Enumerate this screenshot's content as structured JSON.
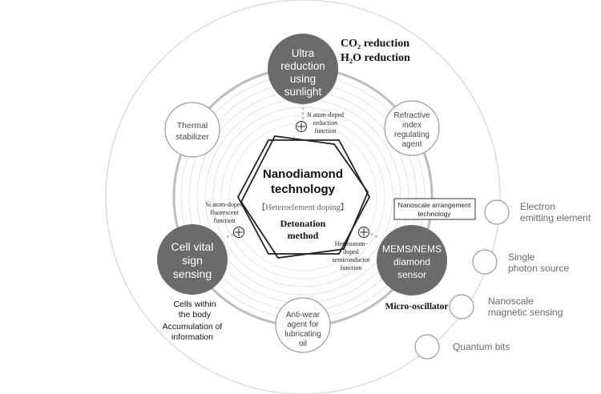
{
  "colors": {
    "dark_node": "#6b6b6b",
    "ring": "#c9c9c9",
    "ring_light": "#dedede",
    "text_dark": "#111111",
    "text_grey": "#6a6a6a",
    "background": "#ffffff"
  },
  "center": {
    "title_line1": "Nanodiamond",
    "title_line2": "technology",
    "subtitle": "【Heteroelement doping】",
    "method_line1": "Detonation",
    "method_line2": "method"
  },
  "major_nodes": {
    "top": {
      "line1": "Ultra",
      "line2": "reduction",
      "line3": "using",
      "line4": "sunlight"
    },
    "left": {
      "line1": "Cell vital",
      "line2": "sign",
      "line3": "sensing"
    },
    "right": {
      "line1": "MEMS/NEMS",
      "line2": "diamond",
      "line3": "sensor"
    }
  },
  "minor_nodes": {
    "thermal": {
      "line1": "Thermal",
      "line2": "stabilizer"
    },
    "refractive": {
      "line1": "Refractive",
      "line2": "index",
      "line3": "regulating",
      "line4": "agent"
    },
    "antiwear": {
      "line1": "Anti-wear",
      "line2": "agent for",
      "line3": "lubricating",
      "line4": "oil"
    }
  },
  "doping_functions": {
    "n_atom": {
      "line1": "N atom-doped",
      "line2": "reduction",
      "line3": "function"
    },
    "si_atom": {
      "line1": "Si atom-doped",
      "line2": "fluorescent",
      "line3": "function"
    },
    "hetero": {
      "line1": "Heteroatom-",
      "line2": "doped",
      "line3": "semiconductor",
      "line4": "function"
    }
  },
  "annotations": {
    "co2": "CO₂ reduction",
    "h2o": "H₂O reduction",
    "nanoscale_box_line1": "Nanoscale arrangement",
    "nanoscale_box_line2": "technology",
    "cells_line1": "Cells within",
    "cells_line2": "the body",
    "accum_line1": "Accumulation of",
    "accum_line2": "information",
    "micro_oscillator": "Micro-oscillator"
  },
  "outer_applications": [
    {
      "line1": "Electron",
      "line2": "emitting element"
    },
    {
      "line1": "Single",
      "line2": "photon source"
    },
    {
      "line1": "Nanoscale",
      "line2": "magnetic sensing"
    },
    {
      "line1": "Quantum bits",
      "line2": ""
    }
  ],
  "icons": {
    "doping_marker": "circled-plus-icon"
  }
}
